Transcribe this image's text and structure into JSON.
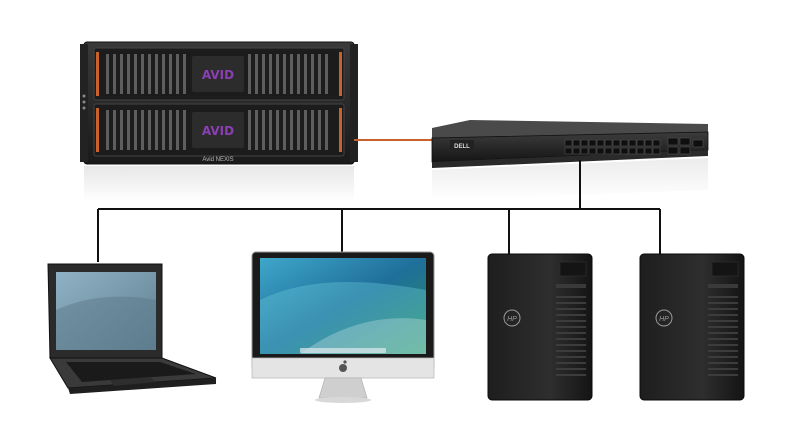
{
  "storage": {
    "logo_top": "AVID",
    "logo_bottom": "AVID",
    "model_label": "Avid NEXIS"
  },
  "switch": {
    "brand": "DELL"
  },
  "clients": [
    {
      "kind": "laptop"
    },
    {
      "kind": "imac"
    },
    {
      "kind": "workstation",
      "logo": "HP"
    },
    {
      "kind": "workstation",
      "logo": "HP"
    }
  ],
  "colors": {
    "link_orange": "#c8612a",
    "bus_black": "#111111",
    "chassis": "#2a2a2a",
    "avid_purple": "#8a3fb5"
  },
  "icons": {
    "apple": "apple-logo-icon",
    "hp": "hp-logo-icon",
    "avid": "avid-logo-icon",
    "dell": "dell-logo-icon"
  }
}
